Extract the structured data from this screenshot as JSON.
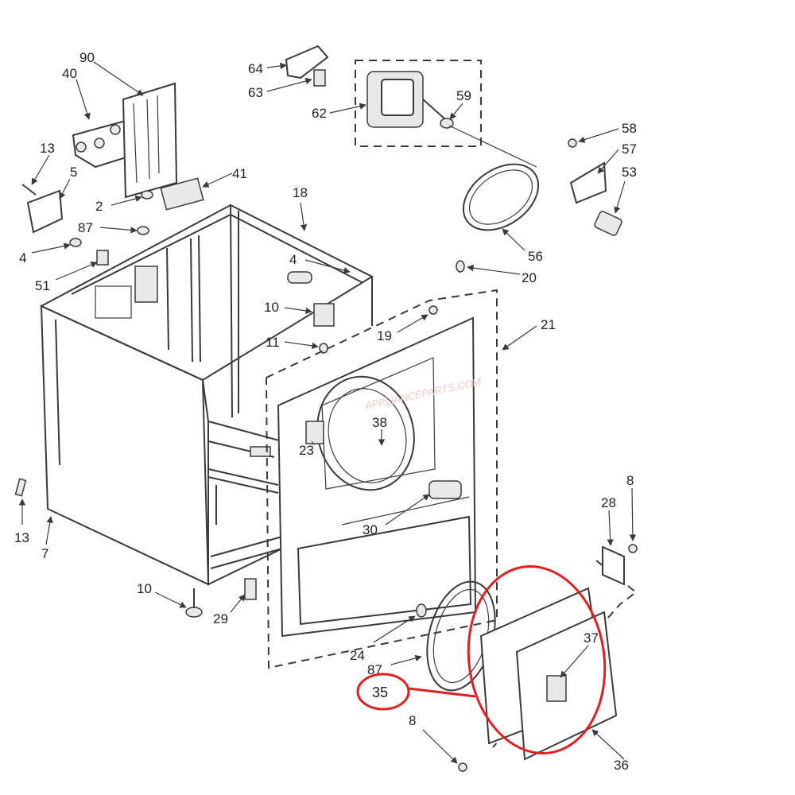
{
  "callouts": {
    "c90": "90",
    "c40": "40",
    "c13a": "13",
    "c5": "5",
    "c41": "41",
    "c2": "2",
    "c87a": "87",
    "c4a": "4",
    "c51": "51",
    "c64": "64",
    "c63": "63",
    "c62": "62",
    "c59": "59",
    "c58": "58",
    "c57": "57",
    "c53": "53",
    "c56": "56",
    "c18": "18",
    "c4b": "4",
    "c10a": "10",
    "c11": "11",
    "c20": "20",
    "c19": "19",
    "c21": "21",
    "c38": "38",
    "c23": "23",
    "c30": "30",
    "c13b": "13",
    "c7": "7",
    "c10b": "10",
    "c29": "29",
    "c8a": "8",
    "c28": "28",
    "c24": "24",
    "c87b": "87",
    "c37": "37",
    "c8b": "8",
    "c36": "36"
  },
  "highlight": {
    "part_number": "35",
    "color": "#e02020"
  },
  "watermark": "APPLIANCEPARTS.COM",
  "colors": {
    "line": "#3a3a3a",
    "highlight": "#e02020",
    "background": "#ffffff"
  }
}
